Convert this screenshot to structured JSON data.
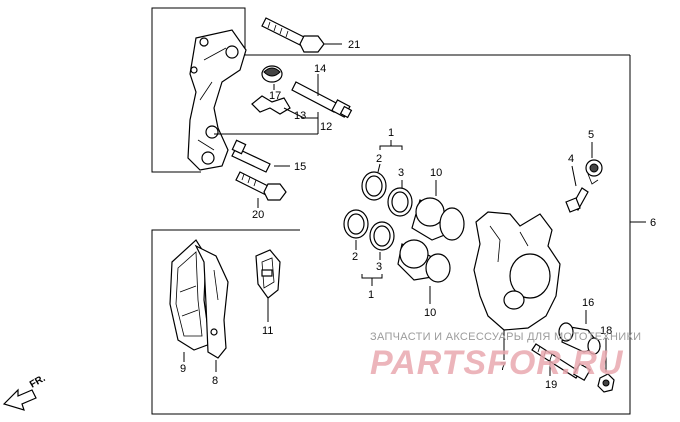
{
  "callouts": {
    "c1_top": "1",
    "c1_bottom": "1",
    "c2_top": "2",
    "c2_bottom": "2",
    "c3_top": "3",
    "c3_bottom": "3",
    "c4": "4",
    "c5": "5",
    "c6": "6",
    "c7": "7",
    "c8": "8",
    "c9": "9",
    "c10_top": "10",
    "c10_bottom": "10",
    "c11": "11",
    "c12": "12",
    "c13": "13",
    "c14": "14",
    "c15": "15",
    "c16": "16",
    "c17": "17",
    "c18": "18",
    "c19": "19",
    "c20": "20",
    "c21": "21"
  },
  "direction": {
    "label": "FR."
  },
  "watermark": {
    "subtitle": "ЗАПЧАСТИ И АКСЕССУАРЫ ДЛЯ МОТОТЕХНИКИ",
    "logo_text": "PARTSFOR.RU"
  },
  "colors": {
    "line": "#000000",
    "watermark_logo": "#e9a9b0",
    "watermark_text": "#9b9b9b"
  }
}
